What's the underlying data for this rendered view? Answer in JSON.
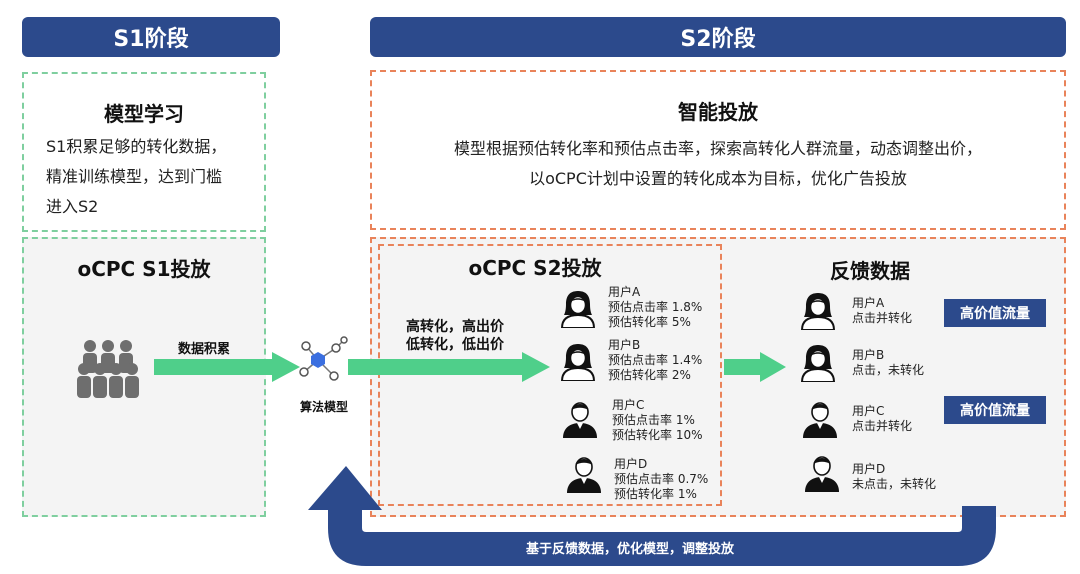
{
  "stages": {
    "s1": {
      "title": "S1阶段"
    },
    "s2": {
      "title": "S2阶段"
    }
  },
  "s1_model": {
    "title": "模型学习",
    "lines": [
      "S1积累足够的转化数据，",
      "精准训练模型，达到门槛",
      "进入S2"
    ]
  },
  "s1_delivery": {
    "title": "oCPC S1投放",
    "arrow_label": "数据积累"
  },
  "algorithm": {
    "label": "算法模型"
  },
  "s2_smart": {
    "title": "智能投放",
    "lines": [
      "模型根据预估转化率和预估点击率，探索高转化人群流量，动态调整出价，",
      "以oCPC计划中设置的转化成本为目标，优化广告投放"
    ]
  },
  "s2_delivery": {
    "title": "oCPC S2投放",
    "rule_lines": [
      "高转化，高出价",
      "低转化，低出价"
    ],
    "users": [
      {
        "name": "用户A",
        "ctr": "预估点击率 1.8%",
        "cvr": "预估转化率  5%",
        "gender": "female"
      },
      {
        "name": "用户B",
        "ctr": "预估点击率 1.4%",
        "cvr": "预估转化率  2%",
        "gender": "female"
      },
      {
        "name": "用户C",
        "ctr": "预估点击率 1%",
        "cvr": "预估转化率 10%",
        "gender": "male"
      },
      {
        "name": "用户D",
        "ctr": "预估点击率 0.7%",
        "cvr": "预估转化率 1%",
        "gender": "male"
      }
    ]
  },
  "feedback": {
    "title": "反馈数据",
    "users": [
      {
        "name": "用户A",
        "status": "点击并转化",
        "gender": "female",
        "badge": "高价值流量"
      },
      {
        "name": "用户B",
        "status": "点击，未转化",
        "gender": "female",
        "badge": ""
      },
      {
        "name": "用户C",
        "status": "点击并转化",
        "gender": "male",
        "badge": "高价值流量"
      },
      {
        "name": "用户D",
        "status": "未点击，未转化",
        "gender": "male",
        "badge": ""
      }
    ]
  },
  "loop": {
    "label": "基于反馈数据，优化模型，调整投放"
  },
  "colors": {
    "navy": "#2c4a8c",
    "green": "#4fcf8a",
    "orange": "#e9835a",
    "dash_green": "#7fcf9f"
  }
}
